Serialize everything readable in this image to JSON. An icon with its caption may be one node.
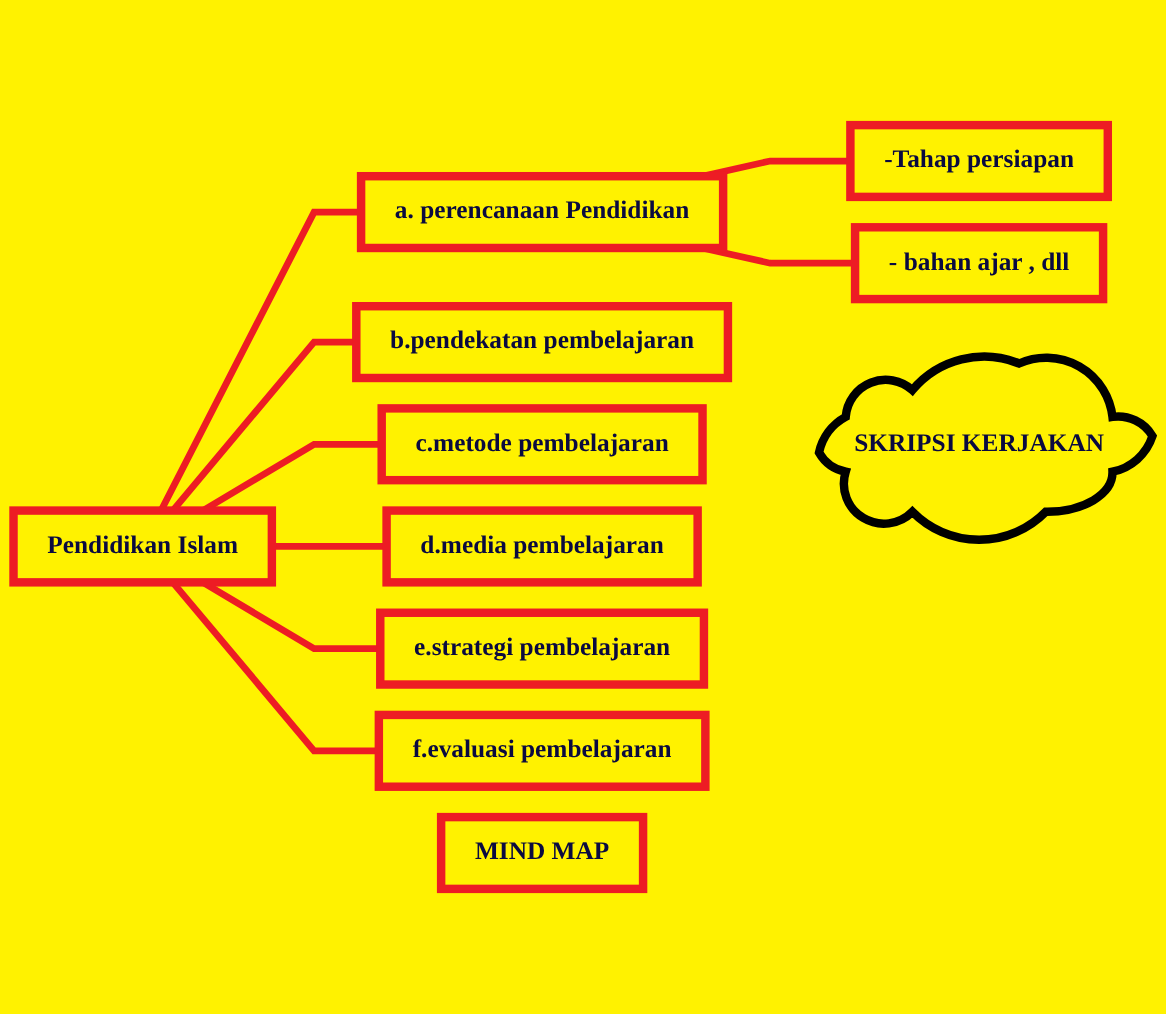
{
  "diagram": {
    "nodes": [
      {
        "text": [
          "Pendidikan Islam"
        ]
      },
      {
        "text": [
          "a. perencanaan Pendidikan"
        ]
      },
      {
        "text": [
          "-Tahap persiapan"
        ]
      },
      {
        "text": [
          "- bahan ajar , dll"
        ]
      },
      {
        "text": [
          "b.pendekatan pembelajaran"
        ]
      },
      {
        "text": [
          "c.metode pembelajaran"
        ]
      },
      {
        "text": [
          "d.media pembelajaran"
        ]
      },
      {
        "text": [
          "e.strategi pembelajaran"
        ]
      },
      {
        "text": [
          "f.evaluasi pembelajaran"
        ]
      },
      {
        "text": [
          "SKRIPSI KERJAKAN"
        ]
      },
      {
        "text": [
          "MIND MAP"
        ]
      }
    ],
    "edges": [
      {
        "from": 0,
        "to": 1,
        "arrow": "none"
      },
      {
        "from": 1,
        "to": 2,
        "arrow": "none"
      },
      {
        "from": 1,
        "to": 3,
        "arrow": "none"
      },
      {
        "from": 0,
        "to": 4,
        "arrow": "none"
      },
      {
        "from": 0,
        "to": 5,
        "arrow": "none"
      },
      {
        "from": 0,
        "to": 6,
        "arrow": "none"
      },
      {
        "from": 0,
        "to": 7,
        "arrow": "none"
      },
      {
        "from": 0,
        "to": 8,
        "arrow": "none"
      }
    ]
  }
}
